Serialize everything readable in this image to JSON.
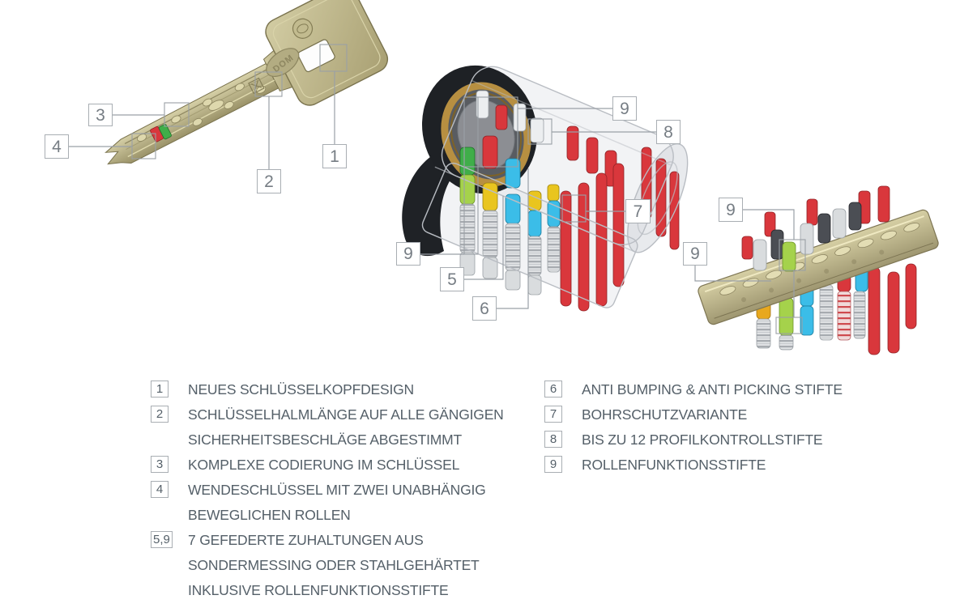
{
  "colors": {
    "text": "#556069",
    "box_border": "#a9aeb3",
    "line": "#9aa0a6",
    "pin_red": "#d9373c",
    "pin_green": "#3fae49",
    "pin_green_light": "#a5d24b",
    "pin_yellow": "#e9c51f",
    "pin_orange": "#e8a81e",
    "pin_cyan": "#3bbde8",
    "pin_dark": "#4b4e54",
    "brass": "#b5ae85",
    "gold": "#b78f41",
    "knob_black": "#1f2226"
  },
  "key_figure": {
    "brand": "DOM"
  },
  "callouts": {
    "key": {
      "c1": "1",
      "c2": "2",
      "c3": "3",
      "c4": "4"
    },
    "cylinder": {
      "c9_top": "9",
      "c8": "8",
      "c7": "7",
      "c9_left": "9",
      "c5": "5",
      "c6": "6"
    },
    "closeup": {
      "c9_upper": "9",
      "c9_lower": "9"
    }
  },
  "legend": {
    "left": [
      {
        "num": "1",
        "lines": [
          "NEUES SCHLÜSSELKOPFDESIGN"
        ]
      },
      {
        "num": "2",
        "lines": [
          "SCHLÜSSELHALMLÄNGE AUF ALLE GÄNGIGEN",
          "SICHERHEITSBESCHLÄGE ABGESTIMMT"
        ]
      },
      {
        "num": "3",
        "lines": [
          "KOMPLEXE CODIERUNG IM SCHLÜSSEL"
        ]
      },
      {
        "num": "4",
        "lines": [
          "WENDESCHLÜSSEL MIT ZWEI UNABHÄNGIG",
          "BEWEGLICHEN ROLLEN"
        ]
      },
      {
        "num": "5,9",
        "lines": [
          "7 GEFEDERTE ZUHALTUNGEN AUS",
          "SONDERMESSING ODER STAHLGEHÄRTET",
          "INKLUSIVE ROLLENFUNKTIONSSTIFTE"
        ]
      }
    ],
    "right": [
      {
        "num": "6",
        "lines": [
          "ANTI BUMPING & ANTI PICKING STIFTE"
        ]
      },
      {
        "num": "7",
        "lines": [
          "BOHRSCHUTZVARIANTE"
        ]
      },
      {
        "num": "8",
        "lines": [
          "BIS ZU 12 PROFILKONTROLLSTIFTE"
        ]
      },
      {
        "num": "9",
        "lines": [
          "ROLLENFUNKTIONSSTIFTE"
        ]
      }
    ]
  }
}
